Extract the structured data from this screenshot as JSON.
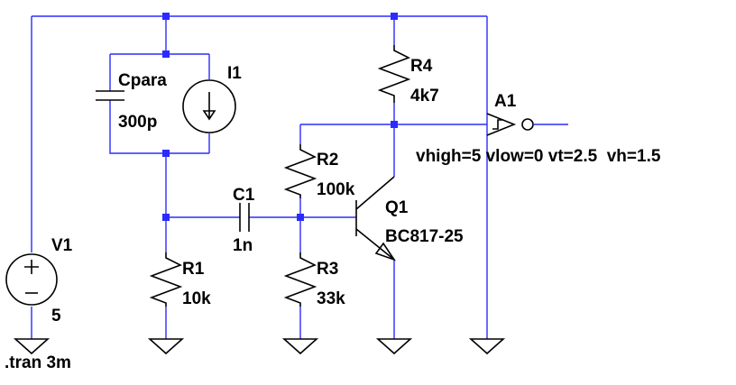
{
  "colors": {
    "wire": "#2b2bff",
    "symbol": "#000000",
    "background": "#ffffff"
  },
  "components": {
    "v1": {
      "name": "V1",
      "value": "5"
    },
    "i1": {
      "name": "I1"
    },
    "cpara": {
      "name": "Cpara",
      "value": "300p"
    },
    "r1": {
      "name": "R1",
      "value": "10k"
    },
    "r2": {
      "name": "R2",
      "value": "100k"
    },
    "r3": {
      "name": "R3",
      "value": "33k"
    },
    "r4": {
      "name": "R4",
      "value": "4k7"
    },
    "c1": {
      "name": "C1",
      "value": "1n"
    },
    "q1": {
      "name": "Q1",
      "value": "BC817-25"
    },
    "a1": {
      "name": "A1",
      "params": "vhigh=5 vlow=0 vt=2.5  vh=1.5"
    }
  },
  "directive": ".tran 3m"
}
